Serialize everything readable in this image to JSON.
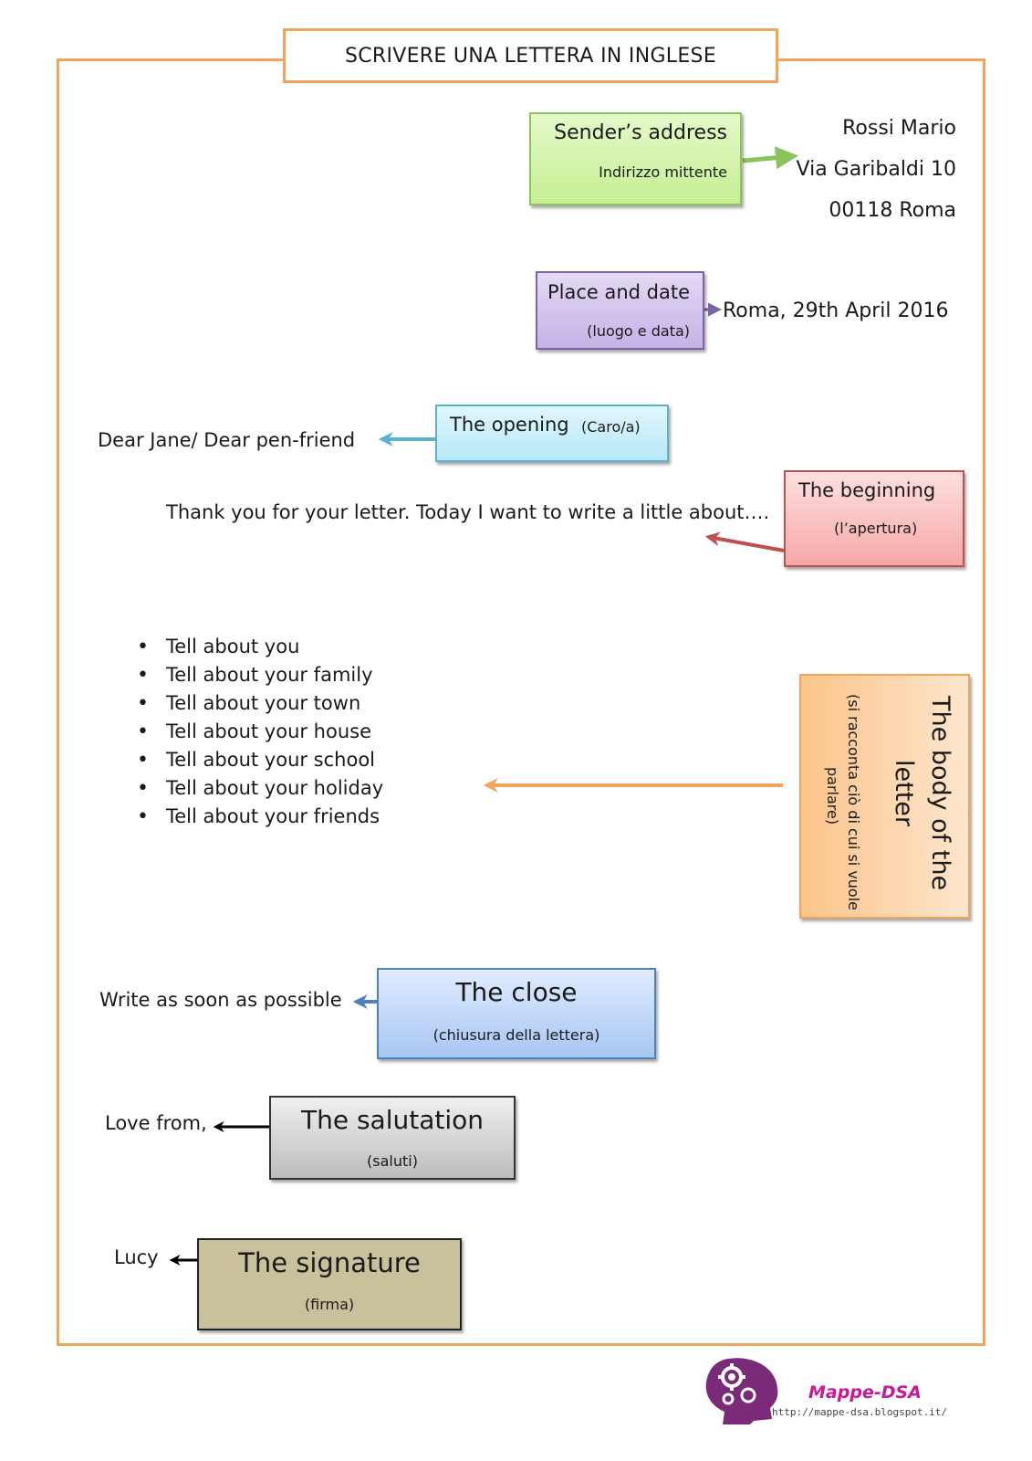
{
  "title": "SCRIVERE UNA LETTERA IN INGLESE",
  "sender": {
    "label": "Sender’s  address",
    "sublabel": "Indirizzo mittente",
    "address": [
      "Rossi Mario",
      "Via Garibaldi 10",
      "00118 Roma"
    ]
  },
  "place_date": {
    "label": "Place and date",
    "sublabel": "(luogo e data)",
    "value": "Roma, 29th April 2016"
  },
  "opening": {
    "label": "The opening",
    "sublabel": "(Caro/a)",
    "value": "Dear Jane/ Dear pen-friend"
  },
  "beginning": {
    "label": "The beginning",
    "sublabel": "(l’apertura)",
    "value": "Thank you for your letter.  Today I want to write a little about…."
  },
  "body": {
    "label": [
      "The body of the",
      "letter"
    ],
    "sublabel": [
      "(si racconta ciò di cui si vuole",
      "parlare)"
    ],
    "items": [
      "Tell about you",
      "Tell about your family",
      "Tell about your town",
      "Tell about your house",
      "Tell about your school",
      "Tell about your holiday",
      "Tell about your friends"
    ]
  },
  "close": {
    "label": "The close",
    "sublabel": "(chiusura della lettera)",
    "value": "Write as soon as possible"
  },
  "salutation": {
    "label": "The salutation",
    "sublabel": "(saluti)",
    "value": "Love from,"
  },
  "signature": {
    "label": "The signature",
    "sublabel": "(firma)",
    "value": "Lucy"
  },
  "logo": {
    "name": "Mappe-DSA",
    "url": "http://mappe-dsa.blogspot.it/"
  },
  "colors": {
    "frame": "#f0a45c",
    "sender_arrow": "#8ac45a",
    "place_arrow": "#7c64a8",
    "opening_arrow": "#5cb3cf",
    "beginning_arrow": "#c0504d",
    "body_arrow": "#f0a45c",
    "close_arrow": "#4f81bd",
    "salutation_arrow": "#000000",
    "signature_arrow": "#000000",
    "logo": "#c8189b"
  }
}
